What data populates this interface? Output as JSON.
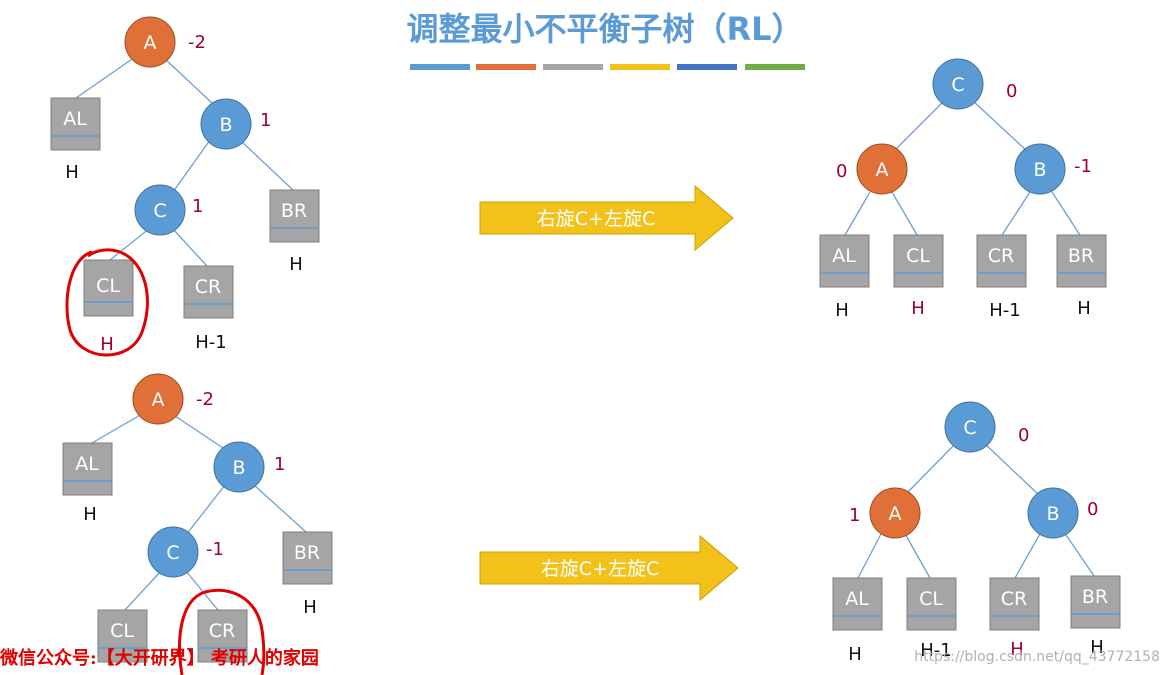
{
  "title": "调整最小不平衡子树（RL）",
  "color_bar": [
    "#5b9bd5",
    "#e07038",
    "#a5a5a5",
    "#f2c21b",
    "#4472c4",
    "#70ad47"
  ],
  "colors": {
    "blue_node": "#5b9bd5",
    "orange_node": "#e07038",
    "subtree_box": "#a5a5a5",
    "arrow": "#f2c21b",
    "balance_text": "#a00030",
    "circle_mark": "#e00000"
  },
  "arrow_label": "右旋C+左旋C",
  "watermark": "微信公众号:【大开研界】 考研人的家园",
  "url": "https://blog.csdn.net/qq_43772158",
  "diagrams": {
    "before_1": {
      "nodes": {
        "A": {
          "label": "A",
          "bf": "-2"
        },
        "B": {
          "label": "B",
          "bf": "1"
        },
        "C": {
          "label": "C",
          "bf": "1"
        }
      },
      "subtrees": {
        "AL": {
          "label": "AL",
          "h": "H"
        },
        "BR": {
          "label": "BR",
          "h": "H"
        },
        "CL": {
          "label": "CL",
          "h": "H"
        },
        "CR": {
          "label": "CR",
          "h": "H-1"
        }
      }
    },
    "after_1": {
      "nodes": {
        "C": {
          "label": "C",
          "bf": "0"
        },
        "A": {
          "label": "A",
          "bf": "0"
        },
        "B": {
          "label": "B",
          "bf": "-1"
        }
      },
      "subtrees": {
        "AL": {
          "label": "AL",
          "h": "H"
        },
        "CL": {
          "label": "CL",
          "h": "H"
        },
        "CR": {
          "label": "CR",
          "h": "H-1"
        },
        "BR": {
          "label": "BR",
          "h": "H"
        }
      }
    },
    "before_2": {
      "nodes": {
        "A": {
          "label": "A",
          "bf": "-2"
        },
        "B": {
          "label": "B",
          "bf": "1"
        },
        "C": {
          "label": "C",
          "bf": "-1"
        }
      },
      "subtrees": {
        "AL": {
          "label": "AL",
          "h": "H"
        },
        "BR": {
          "label": "BR",
          "h": "H"
        },
        "CL": {
          "label": "CL"
        },
        "CR": {
          "label": "CR"
        }
      }
    },
    "after_2": {
      "nodes": {
        "C": {
          "label": "C",
          "bf": "0"
        },
        "A": {
          "label": "A",
          "bf": "1"
        },
        "B": {
          "label": "B",
          "bf": "0"
        }
      },
      "subtrees": {
        "AL": {
          "label": "AL",
          "h": "H"
        },
        "CL": {
          "label": "CL",
          "h": "H-1"
        },
        "CR": {
          "label": "CR",
          "h": "H"
        },
        "BR": {
          "label": "BR",
          "h": "H"
        }
      }
    }
  }
}
